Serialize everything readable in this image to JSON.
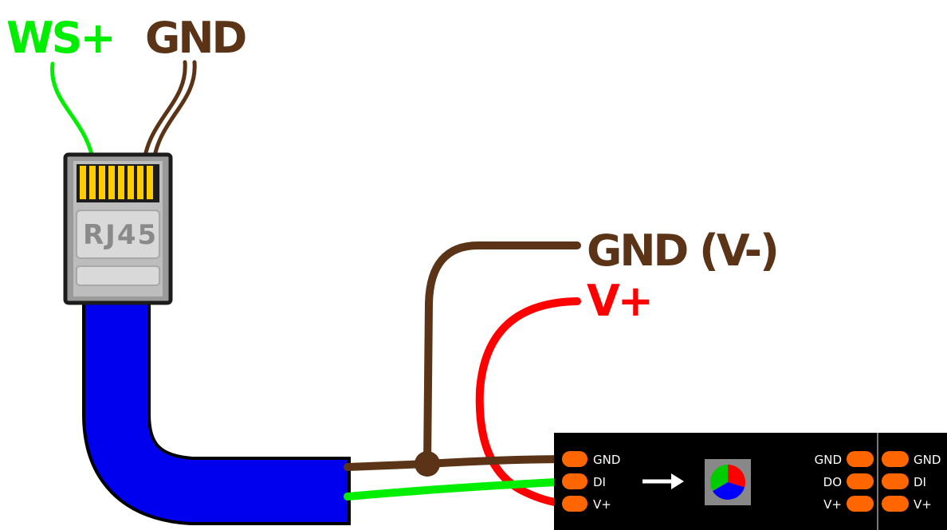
{
  "labels": {
    "ws_plus": "WS+",
    "gnd_top": "GND",
    "gnd_v_minus": "GND (V-)",
    "v_plus": "V+"
  },
  "connector": {
    "name": "RJ45"
  },
  "strip": {
    "left_pads": [
      "GND",
      "DI",
      "V+"
    ],
    "mid_pads": [
      "GND",
      "DO",
      "V+"
    ],
    "right_pads": [
      "GND",
      "DI",
      "V+"
    ]
  },
  "colors": {
    "data_wire": "#00ee00",
    "ground_wire": "#5b3417",
    "power_wire": "#ff0000",
    "cable": "#0000ee",
    "strip_body": "#000000",
    "pad": "#ff6600",
    "gold_pins": "#ffcc00"
  }
}
